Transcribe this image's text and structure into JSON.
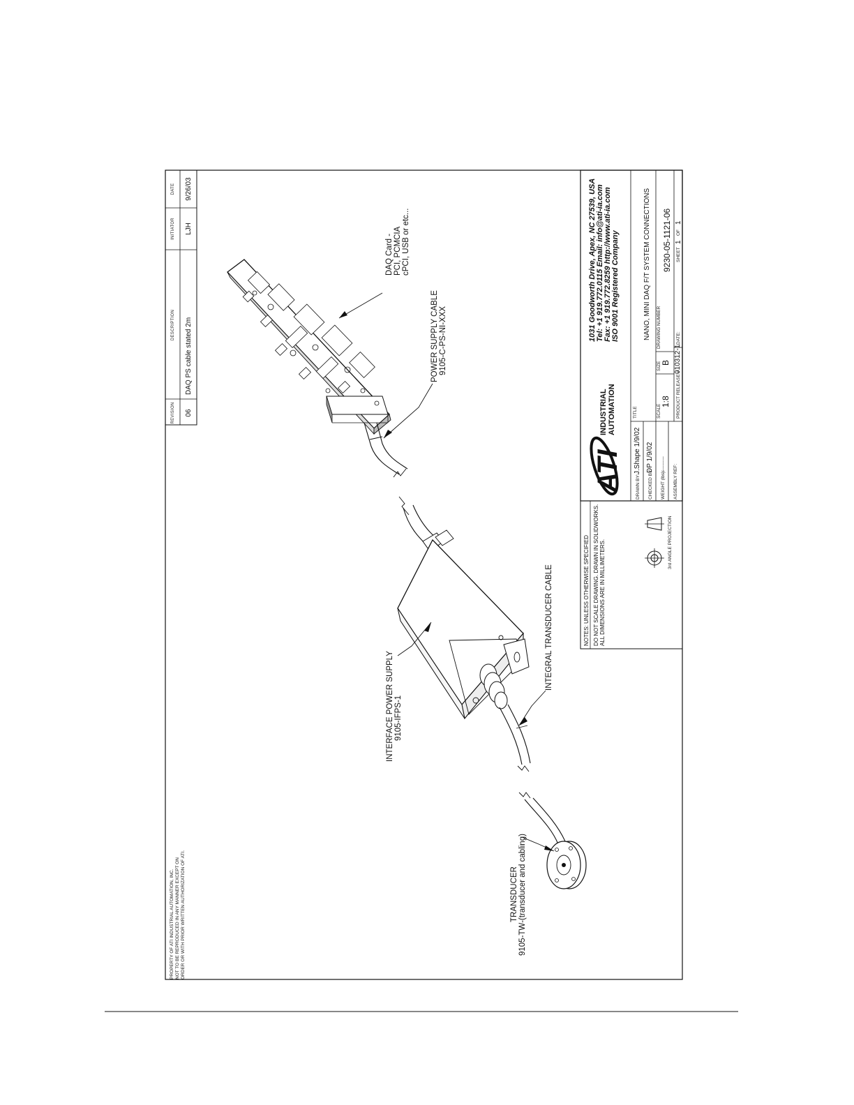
{
  "revision_block": {
    "headers": {
      "revision": "REVISION",
      "description": "DESCRIPTION",
      "initiator": "INITIATOR",
      "date": "DATE"
    },
    "revision": "06",
    "description": "DAQ PS cable stated 2m",
    "initiator": "LJH",
    "date": "9/26/03"
  },
  "property_notice": [
    "PROPERTY OF ATI INDUSTRIAL AUTOMATION, INC.",
    "NOT TO BE REPRODUCED IN ANY MANNER EXCEPT ON",
    "ORDER OR WITH PRIOR WRITTEN AUTHORIZATION OF ATI."
  ],
  "callouts": {
    "daq_card": [
      "DAQ Card -",
      "PCI, PCMCIA",
      "cPCI, USB or etc..."
    ],
    "power_supply_cable": [
      "POWER SUPPLY CABLE",
      "9105-C-PS-NI-XXX"
    ],
    "interface_power_supply": [
      "INTERFACE POWER SUPPLY",
      "9105-IFPS-1"
    ],
    "integral_transducer_cable": "INTEGRAL TRANSDUCER CABLE",
    "transducer": [
      "TRANSDUCER",
      "9105-TW-(transducer and cabling)"
    ]
  },
  "notes": {
    "line1": "NOTES:  UNLESS OTHERWISE SPECIFIED",
    "line2": "DO NOT SCALE DRAWING.  DRAWN IN SOLIDWORKS.",
    "line3": "ALL DIMENSIONS ARE IN MILLIMETERS.",
    "projection": "3rd ANGLE PROJECTION"
  },
  "title_block": {
    "drawn_by_label": "DRAWN BY:",
    "drawn_by": "J.Shape 1/9/02",
    "checked_by_label": "CHECKED BY:",
    "checked_by": "DP 1/9/02",
    "weight_label": "WEIGHT (lbs):",
    "weight": "-----------",
    "assembly_label": "ASSEMBLY REF:",
    "logo_main": "ATI",
    "logo_line1": "INDUSTRIAL",
    "logo_line2": "AUTOMATION",
    "company_lines": [
      "1031 Goodworth Drive, Apex, NC 27539, USA",
      "Tel: +1 919.772.0115      Email: info@ati-ia.com",
      "Fax: +1 919.772.8259      http://www.ati-ia.com",
      "ISO 9001 Registered Company"
    ],
    "title_label": "TITLE",
    "title": "NANO, MINI DAQ F/T SYSTEM CONNECTIONS",
    "scale_label": "SCALE",
    "scale": "1:8",
    "size_label": "SIZE",
    "size": "B",
    "drawing_number_label": "DRAWING NUMBER",
    "drawing_number": "9230-05-1121-06",
    "product_release_label": "PRODUCT RELEASE #",
    "product_release": "010312-1",
    "date_label": "DATE:",
    "sheet_label": "SHEET",
    "sheet": "1",
    "of_label": "OF",
    "sheet_total": "1"
  }
}
